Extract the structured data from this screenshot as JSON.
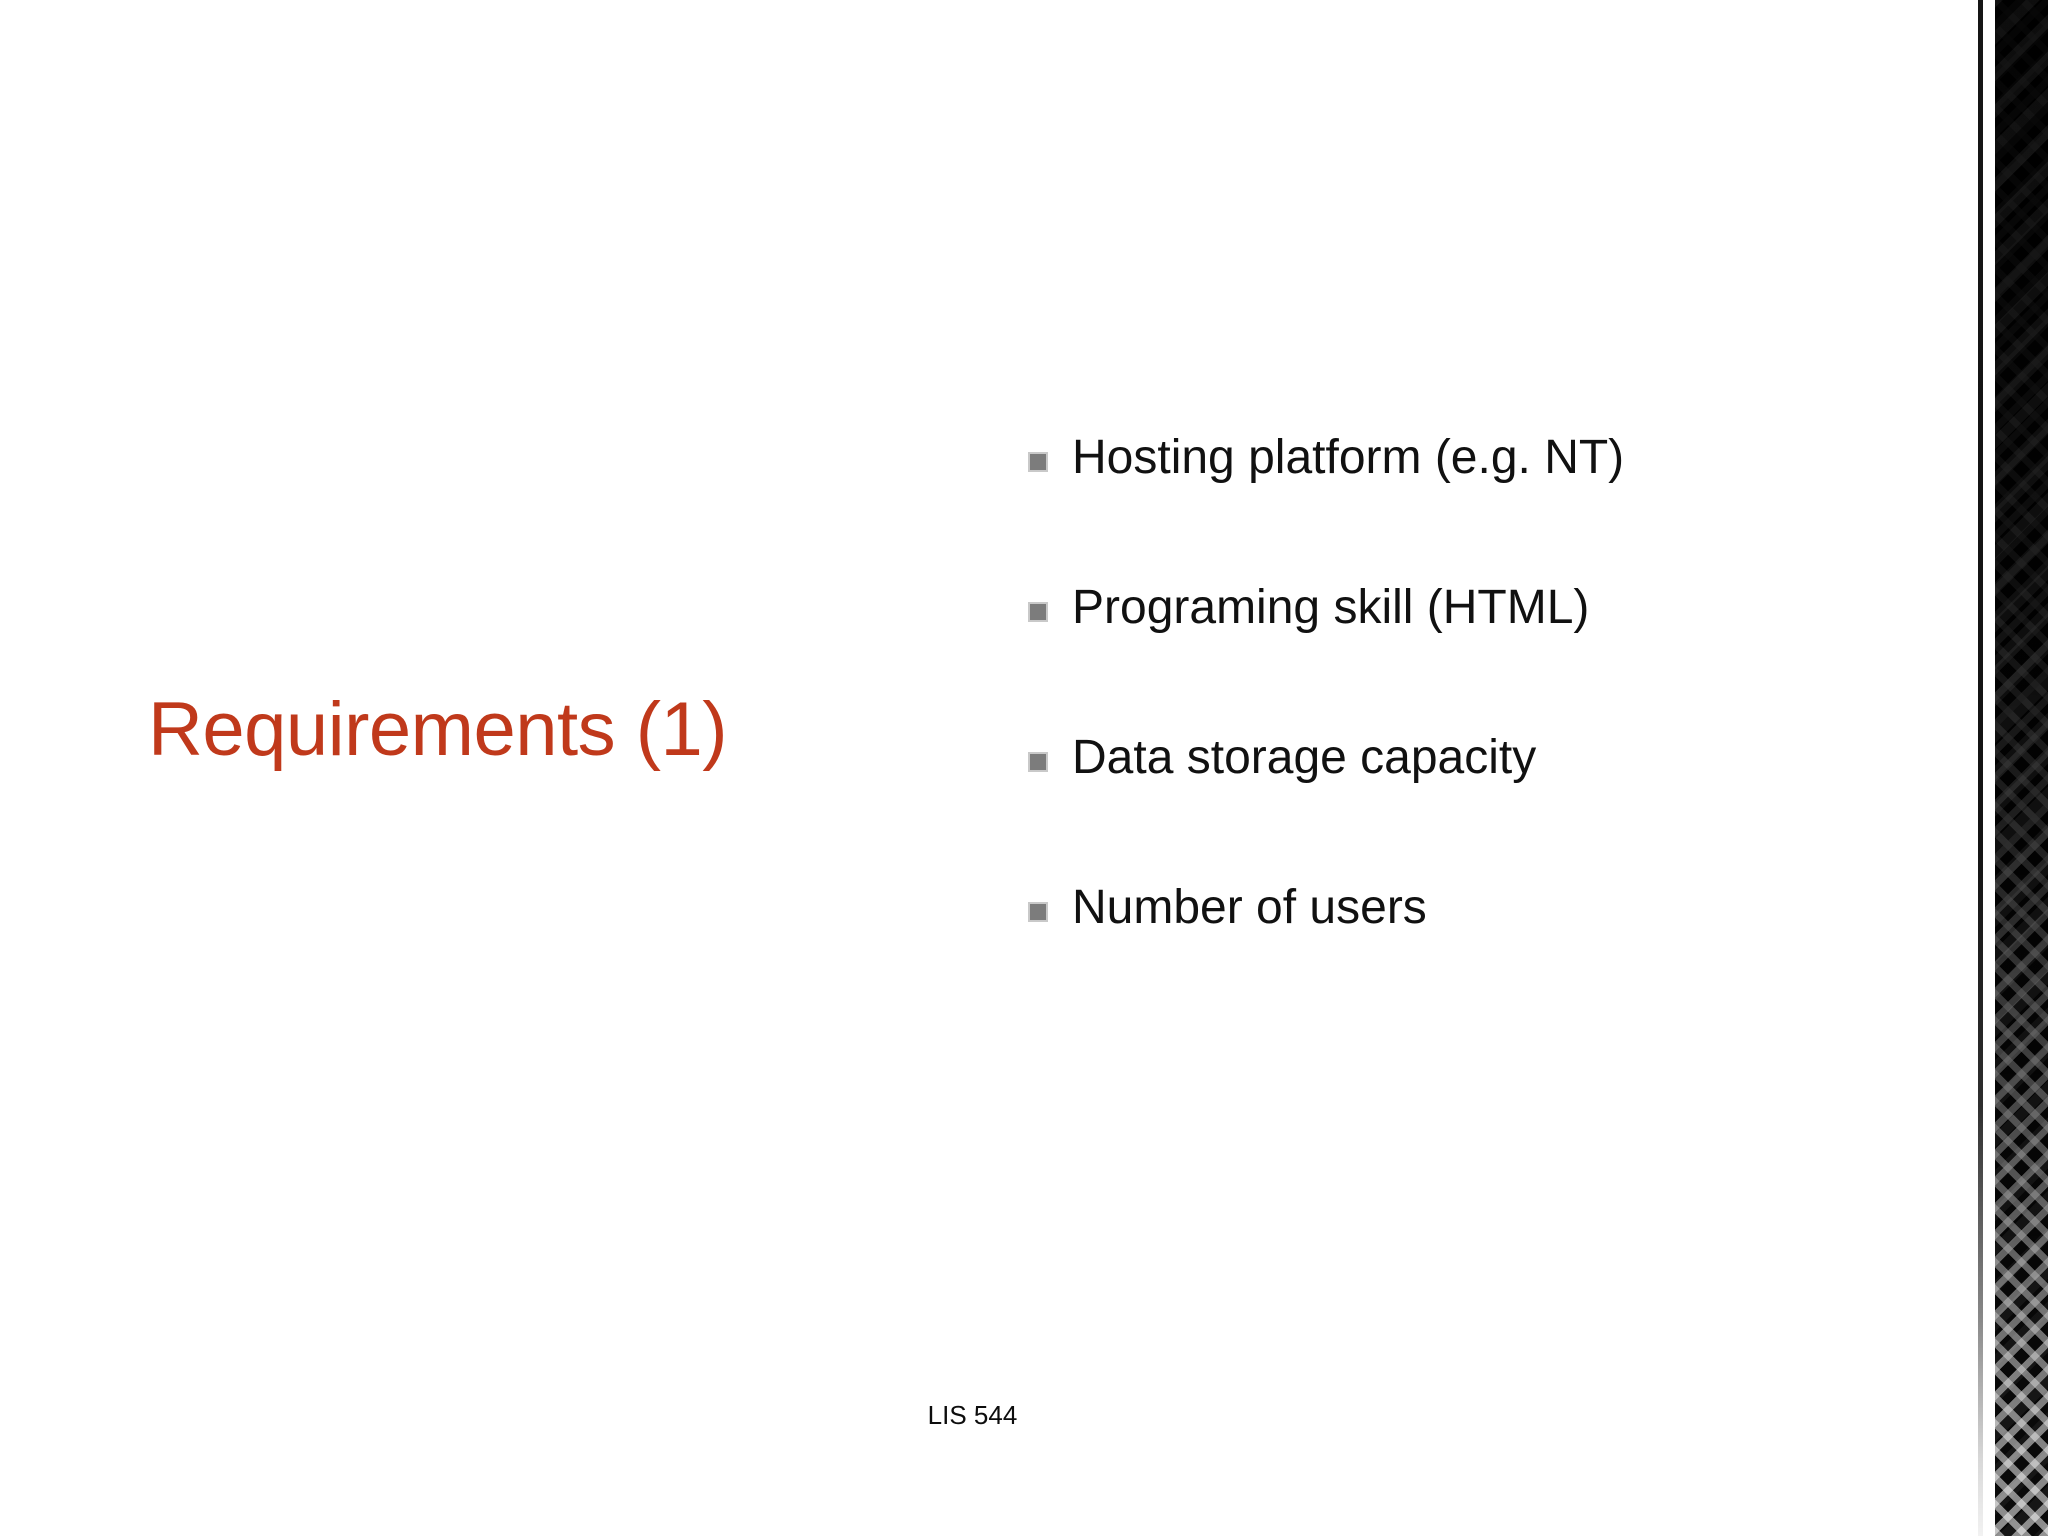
{
  "slide": {
    "title": "Requirements (1)",
    "title_color": "#C0391B",
    "background_color": "#FFFFFF",
    "footer": "LIS 544",
    "bullet_marker_color": "#7C7C7C",
    "body_text_color": "#111111",
    "bullets": [
      {
        "text": "Hosting platform (e.g. NT)"
      },
      {
        "text": "Programing skill (HTML)"
      },
      {
        "text": "Data storage capacity"
      },
      {
        "text": "Number of users"
      }
    ],
    "decoration": {
      "edge_band_color": "#0A0A0A",
      "edge_hairline_color": "#151515"
    }
  }
}
